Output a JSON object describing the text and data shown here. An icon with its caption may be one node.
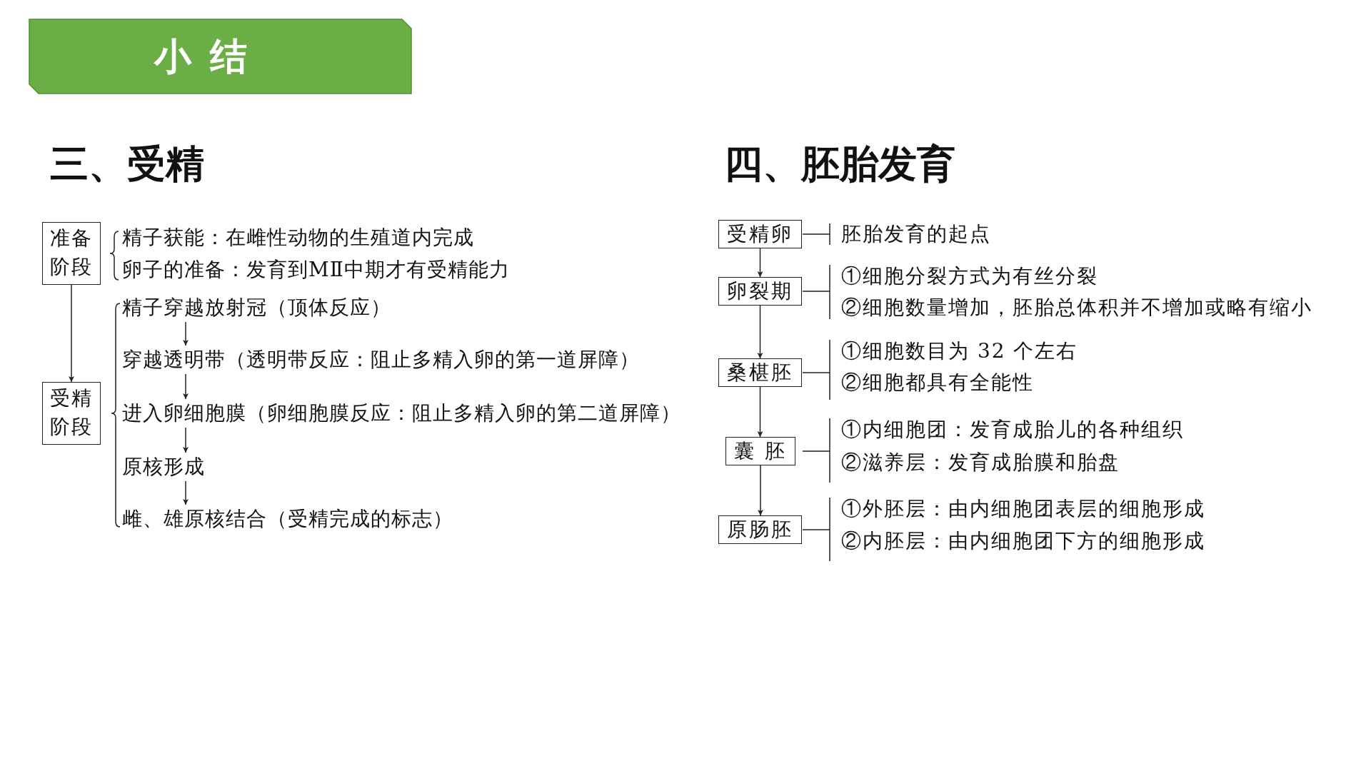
{
  "diagram": {
    "title": "小 结",
    "nodes": [
      {
        "text": [
          "准备阶段"
        ]
      },
      {
        "text": [
          "受精阶段"
        ]
      },
      {
        "text": [
          "精子穿越放射冠（顶体反应）"
        ]
      },
      {
        "text": [
          "穿越透明带（透明带反应：阻止多精入卵的第一道屏障）"
        ]
      },
      {
        "text": [
          "进入卵细胞膜（卵细胞膜反应：阻止多精入卵的第二道屏障）"
        ]
      },
      {
        "text": [
          "原核形成"
        ]
      },
      {
        "text": [
          "雌、雄原核结合（受精完成的标志）"
        ]
      },
      {
        "text": [
          "受精卵"
        ]
      },
      {
        "text": [
          "卵裂期"
        ]
      },
      {
        "text": [
          "桑椹胚"
        ]
      },
      {
        "text": [
          "囊 胚"
        ]
      },
      {
        "text": [
          "原肠胚"
        ]
      }
    ],
    "edges": [
      {
        "from": 0,
        "to": 1,
        "arrow": "to"
      },
      {
        "from": 2,
        "to": 3,
        "arrow": "to"
      },
      {
        "from": 3,
        "to": 4,
        "arrow": "to"
      },
      {
        "from": 4,
        "to": 5,
        "arrow": "to"
      },
      {
        "from": 5,
        "to": 6,
        "arrow": "to"
      },
      {
        "from": 7,
        "to": 8,
        "arrow": "to"
      },
      {
        "from": 8,
        "to": 9,
        "arrow": "to"
      },
      {
        "from": 9,
        "to": 10,
        "arrow": "to"
      },
      {
        "from": 10,
        "to": 11,
        "arrow": "to"
      }
    ],
    "labels": [
      "三、受精",
      "四、胚胎发育",
      "精子获能：在雌性动物的生殖道内完成",
      "卵子的准备：发育到MⅡ中期才有受精能力",
      "胚胎发育的起点",
      "①细胞分裂方式为有丝分裂",
      "②细胞数量增加，胚胎总体积并不增加或略有缩小",
      "①细胞数目为 32 个左右",
      "②细胞都具有全能性",
      "①内细胞团：发育成胎儿的各种组织",
      "②滋养层：发育成胎膜和胎盘",
      "①外胚层：由内细胞团表层的细胞形成",
      "②内胚层：由内细胞团下方的细胞形成"
    ]
  }
}
